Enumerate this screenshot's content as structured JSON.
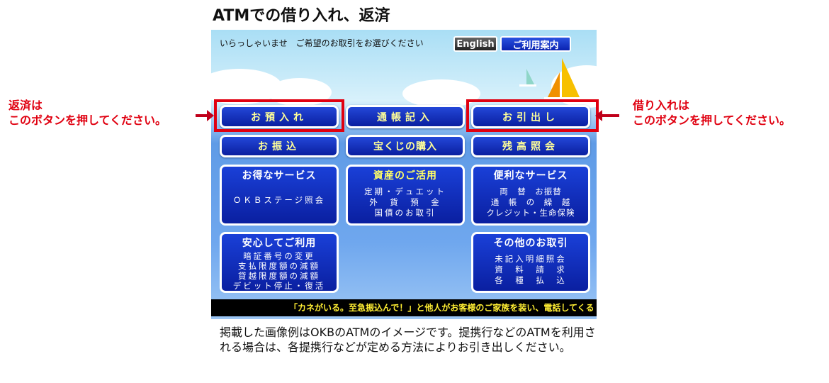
{
  "title": "ATMでの借り入れ、返済",
  "screen": {
    "greeting": "いらっしゃいませ　ご希望のお取引をお選びください",
    "english": "English",
    "guide": "ご利用案内",
    "buttons": [
      "お預入れ",
      "通帳記入",
      "お引出し",
      "お振込",
      "宝くじの購入",
      "残高照会"
    ],
    "panels": [
      {
        "title": "お得なサービス",
        "lines": "ＯＫＢステージ照会"
      },
      {
        "title": "資産のご活用",
        "lines": "定期・デュエット\n外　貨　預　金\n国債のお取引"
      },
      {
        "title": "便利なサービス",
        "lines": "両　替　お振替\n通　帳　の　繰　越\nクレジット・生命保険"
      },
      {
        "title": "安心してご利用",
        "lines": "暗証番号の変更\n支払限度額の減額\n貸越限度額の減額\nデビット停止・復活"
      },
      {
        "title": "その他のお取引",
        "lines": "未記入明細照会\n資　料　請　求\n各　種　払　込"
      }
    ],
    "ticker": "「カネがいる。至急振込んで！」と他人がお客様のご家族を装い、電話してくる「"
  },
  "notes": {
    "left": "返済は\nこのボタンを押してください。",
    "right": "借り入れは\nこのボタンを押してください。"
  },
  "caption": "掲載した画像例はOKBのATMのイメージです。提携行などのATMを利用される場合は、各提携行などが定める方法によりお引き出しください。",
  "colors": {
    "highlight": "#e00010",
    "button": "#0a1fa0",
    "button_text": "#ffff99"
  }
}
